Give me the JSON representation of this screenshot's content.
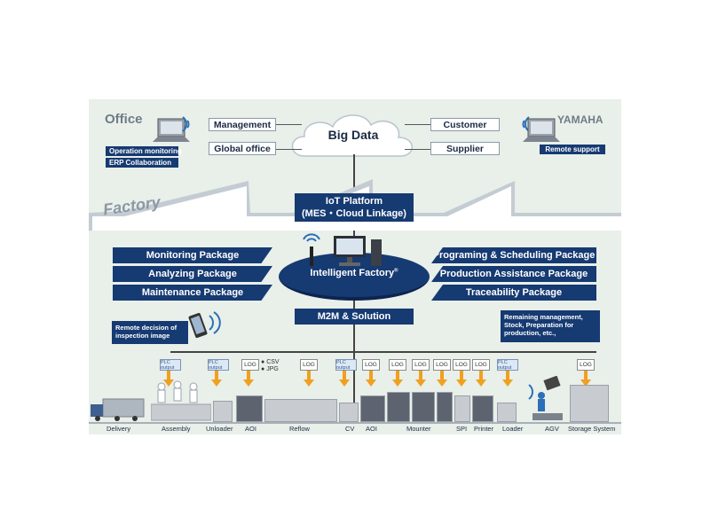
{
  "top": {
    "office_label": "Office",
    "office_tags": [
      "Operation monitoring",
      "ERP Collaboration"
    ],
    "yamaha_label": "YAMAHA",
    "yamaha_tag": "Remote support",
    "left_boxes": [
      "Management",
      "Global office"
    ],
    "right_boxes": [
      "Customer",
      "Supplier"
    ],
    "cloud_label": "Big Data"
  },
  "factory": {
    "label": "Factory",
    "iot_line1": "IoT Platform",
    "iot_line2": "(MES・Cloud Linkage)",
    "hub_label": "Intelligent Factory",
    "hub_mark": "®",
    "m2m_label": "M2M & Solution",
    "left_packages": [
      "Monitoring Package",
      "Analyzing Package",
      "Maintenance Package"
    ],
    "right_packages": [
      "Programing & Scheduling Package",
      "Production Assistance Package",
      "Traceability Package"
    ],
    "remote_note": "Remote decision of inspection image",
    "remaining_note": "Remaining management, Stock, Preparation for production, etc.,"
  },
  "line": {
    "plc_label": "PLC output",
    "log_label": "LOG",
    "csv_label": "CSV",
    "jpg_label": "JPG",
    "stations": [
      "Delivery",
      "Assembly",
      "Unloader",
      "AOI",
      "Reflow",
      "CV",
      "AOI",
      "Mounter",
      "SPI",
      "Printer",
      "Loader",
      "AGV",
      "Storage System"
    ]
  },
  "colors": {
    "navy": "#163a72",
    "background": "#e9efe9",
    "arrow": "#f0a020",
    "wifi": "#2a6fb8"
  },
  "icons": [
    "laptop-icon",
    "wifi-icon",
    "cloud-icon",
    "desktop-computer-icon",
    "smartphone-icon",
    "truck-icon",
    "worker-icon",
    "agv-robot-icon",
    "arrow-icon"
  ]
}
